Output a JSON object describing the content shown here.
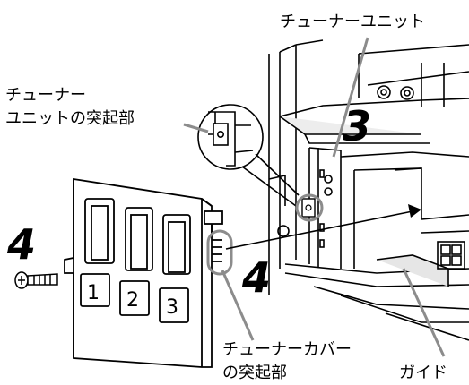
{
  "labels": {
    "tuner_unit": "チューナーユニット",
    "tuner_unit_protrusion_line1": "チューナー",
    "tuner_unit_protrusion_line2": "ユニットの突起部",
    "tuner_cover_protrusion_line1": "チューナーカバー",
    "tuner_cover_protrusion_line2": "の突起部",
    "guide": "ガイド"
  },
  "steps": {
    "step_3": "3",
    "step_4_left": "4",
    "step_4_center": "4"
  },
  "cover_slots": [
    "1",
    "2",
    "3"
  ],
  "colors": {
    "line": "#000000",
    "shade_light": "#e6e6e6",
    "shade_mid": "#bdbdbd",
    "callout_gray": "#8c8c8c",
    "background": "#ffffff"
  }
}
